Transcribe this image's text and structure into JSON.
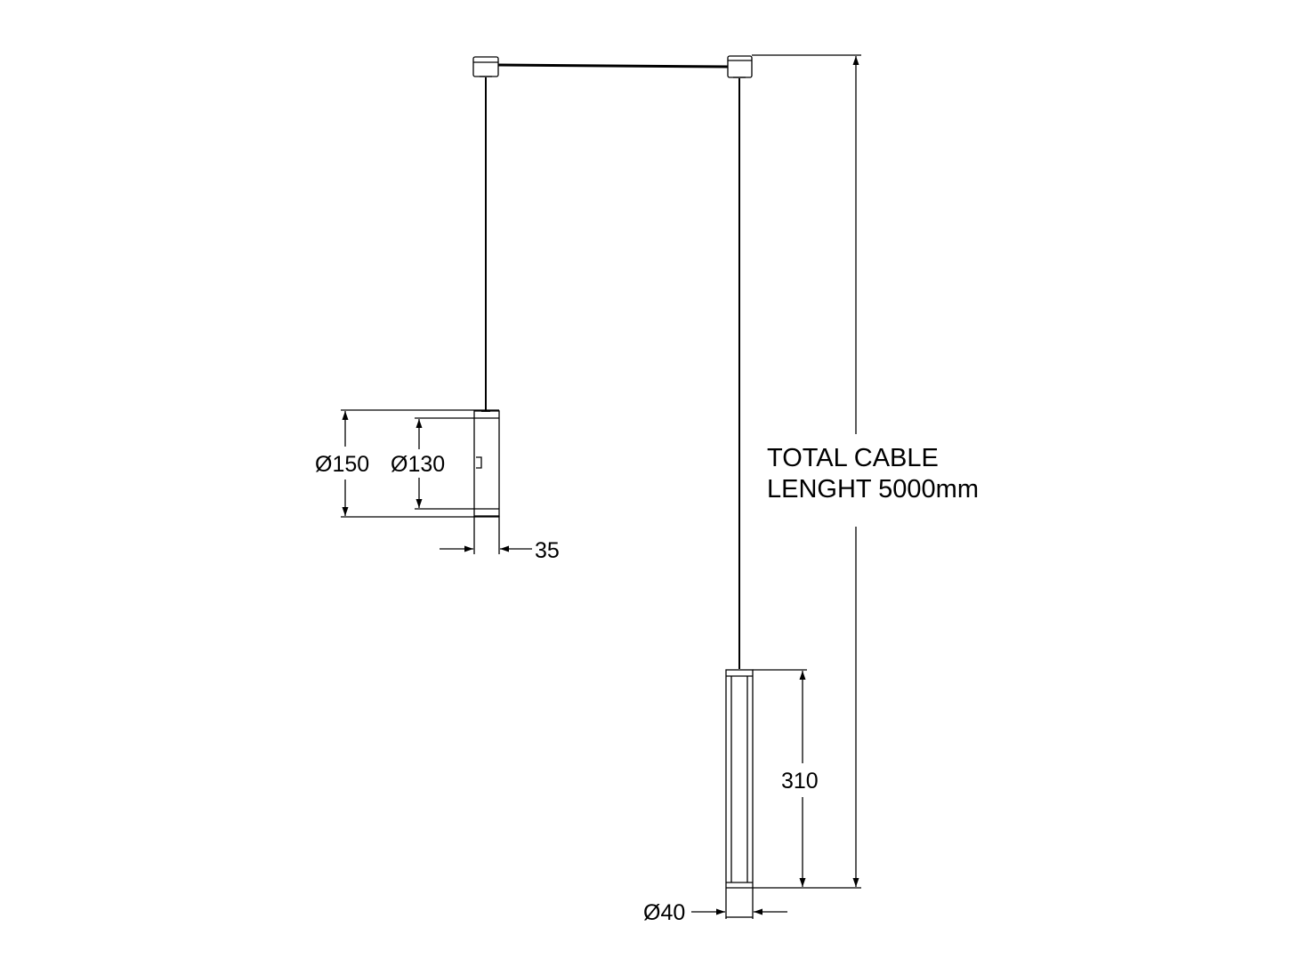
{
  "dimensions": {
    "outer_diameter": "Ø150",
    "inner_diameter": "Ø130",
    "shade_depth": "35",
    "tube_diameter": "Ø40",
    "tube_height": "310"
  },
  "note": {
    "line1": "TOTAL CABLE",
    "line2": "LENGHT 5000mm"
  }
}
